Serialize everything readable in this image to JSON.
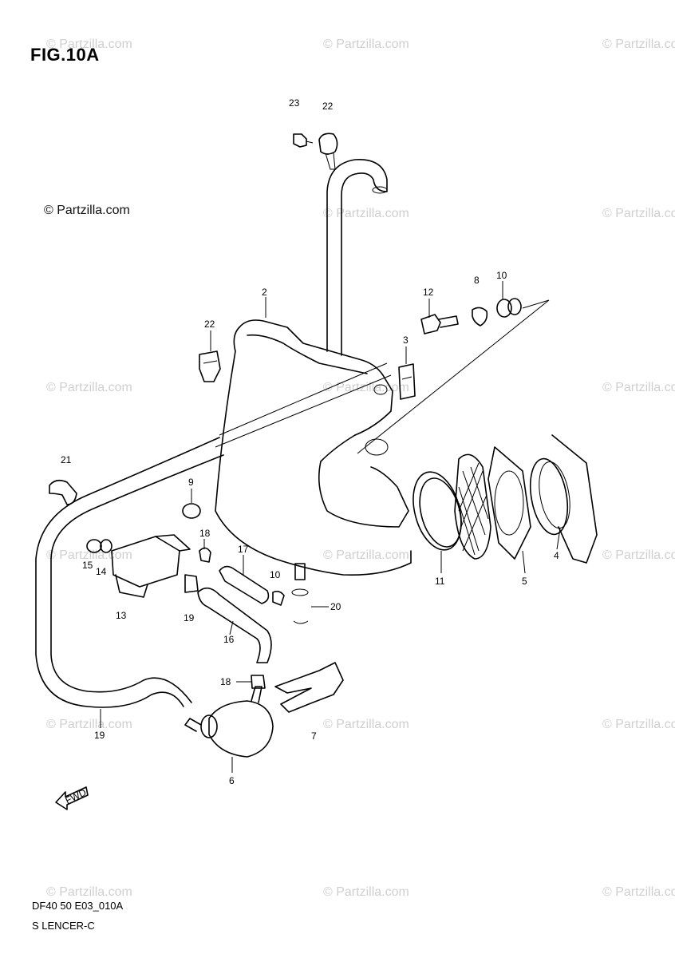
{
  "figure": {
    "title": "FIG.10A"
  },
  "brand": "© Partzilla.com",
  "watermark": "© Partzilla.com",
  "footer": {
    "code": "DF40 50 E03_010A",
    "name": "S LENCER-C"
  },
  "fwd_label": "FWD",
  "callouts": [
    "23",
    "22",
    "2",
    "22",
    "12",
    "8",
    "10",
    "3",
    "21",
    "9",
    "18",
    "17",
    "10",
    "15",
    "14",
    "13",
    "19",
    "16",
    "18",
    "20",
    "11",
    "5",
    "4",
    "19",
    "6",
    "7"
  ]
}
